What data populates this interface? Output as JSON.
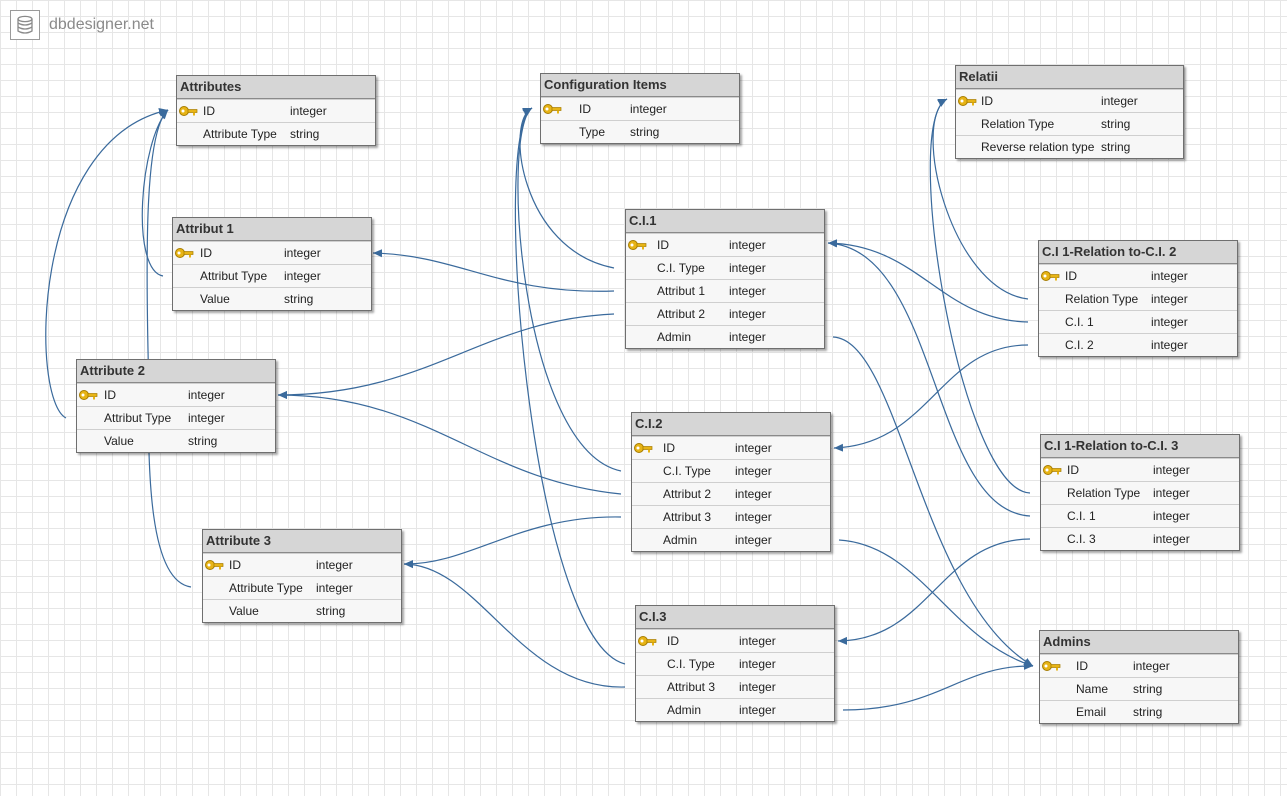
{
  "app": {
    "brand": "dbdesigner.net",
    "brand_icon": "database-icon"
  },
  "colors": {
    "link": "#3a6a9c",
    "header_bg": "#d6d6d6",
    "key": "#e7b416"
  },
  "tables": {
    "attributes": {
      "title": "Attributes",
      "rows": [
        {
          "name": "ID",
          "type": "integer",
          "pk": true
        },
        {
          "name": "Attribute Type",
          "type": "string"
        }
      ]
    },
    "attribut1": {
      "title": "Attribut 1",
      "rows": [
        {
          "name": "ID",
          "type": "integer",
          "pk": true
        },
        {
          "name": "Attribut Type",
          "type": "integer"
        },
        {
          "name": "Value",
          "type": "string"
        }
      ]
    },
    "attribute2": {
      "title": "Attribute 2",
      "rows": [
        {
          "name": "ID",
          "type": "integer",
          "pk": true
        },
        {
          "name": "Attribut Type",
          "type": "integer"
        },
        {
          "name": "Value",
          "type": "string"
        }
      ]
    },
    "attribute3": {
      "title": "Attribute 3",
      "rows": [
        {
          "name": "ID",
          "type": "integer",
          "pk": true
        },
        {
          "name": "Attribute Type",
          "type": "integer"
        },
        {
          "name": "Value",
          "type": "string"
        }
      ]
    },
    "config_items": {
      "title": "Configuration Items",
      "rows": [
        {
          "name": "ID",
          "type": "integer",
          "pk": true
        },
        {
          "name": "Type",
          "type": "string"
        }
      ]
    },
    "ci1": {
      "title": "C.I.1",
      "rows": [
        {
          "name": "ID",
          "type": "integer",
          "pk": true
        },
        {
          "name": "C.I. Type",
          "type": "integer"
        },
        {
          "name": "Attribut 1",
          "type": "integer"
        },
        {
          "name": "Attribut 2",
          "type": "integer"
        },
        {
          "name": "Admin",
          "type": "integer"
        }
      ]
    },
    "ci2": {
      "title": "C.I.2",
      "rows": [
        {
          "name": "ID",
          "type": "integer",
          "pk": true
        },
        {
          "name": "C.I. Type",
          "type": "integer"
        },
        {
          "name": "Attribut 2",
          "type": "integer"
        },
        {
          "name": "Attribut 3",
          "type": "integer"
        },
        {
          "name": "Admin",
          "type": "integer"
        }
      ]
    },
    "ci3": {
      "title": "C.I.3",
      "rows": [
        {
          "name": "ID",
          "type": "integer",
          "pk": true
        },
        {
          "name": "C.I. Type",
          "type": "integer"
        },
        {
          "name": "Attribut 3",
          "type": "integer"
        },
        {
          "name": "Admin",
          "type": "integer"
        }
      ]
    },
    "relatii": {
      "title": "Relatii",
      "rows": [
        {
          "name": "ID",
          "type": "integer",
          "pk": true
        },
        {
          "name": "Relation Type",
          "type": "string"
        },
        {
          "name": "Reverse relation type",
          "type": "string"
        }
      ]
    },
    "ci1_rel_ci2": {
      "title": "C.I 1-Relation to-C.I. 2",
      "rows": [
        {
          "name": "ID",
          "type": "integer",
          "pk": true
        },
        {
          "name": "Relation Type",
          "type": "integer"
        },
        {
          "name": "C.I. 1",
          "type": "integer"
        },
        {
          "name": "C.I. 2",
          "type": "integer"
        }
      ]
    },
    "ci1_rel_ci3": {
      "title": "C.I 1-Relation to-C.I. 3",
      "rows": [
        {
          "name": "ID",
          "type": "integer",
          "pk": true
        },
        {
          "name": "Relation Type",
          "type": "integer"
        },
        {
          "name": "C.I. 1",
          "type": "integer"
        },
        {
          "name": "C.I. 3",
          "type": "integer"
        }
      ]
    },
    "admins": {
      "title": "Admins",
      "rows": [
        {
          "name": "ID",
          "type": "integer",
          "pk": true
        },
        {
          "name": "Name",
          "type": "string"
        },
        {
          "name": "Email",
          "type": "string"
        }
      ]
    }
  },
  "relations": [
    {
      "from": "attribut1.Attribut Type",
      "to": "attributes.ID"
    },
    {
      "from": "attribute2.Attribut Type",
      "to": "attributes.ID"
    },
    {
      "from": "attribute3.Attribute Type",
      "to": "attributes.ID"
    },
    {
      "from": "ci1.C.I. Type",
      "to": "config_items.ID"
    },
    {
      "from": "ci2.C.I. Type",
      "to": "config_items.ID"
    },
    {
      "from": "ci3.C.I. Type",
      "to": "config_items.ID"
    },
    {
      "from": "ci1.Attribut 1",
      "to": "attribut1.ID"
    },
    {
      "from": "ci1.Attribut 2",
      "to": "attribute2.ID"
    },
    {
      "from": "ci2.Attribut 2",
      "to": "attribute2.ID"
    },
    {
      "from": "ci2.Attribut 3",
      "to": "attribute3.ID"
    },
    {
      "from": "ci3.Attribut 3",
      "to": "attribute3.ID"
    },
    {
      "from": "ci1.Admin",
      "to": "admins.ID"
    },
    {
      "from": "ci2.Admin",
      "to": "admins.ID"
    },
    {
      "from": "ci3.Admin",
      "to": "admins.ID"
    },
    {
      "from": "ci1_rel_ci2.Relation Type",
      "to": "relatii.ID"
    },
    {
      "from": "ci1_rel_ci3.Relation Type",
      "to": "relatii.ID"
    },
    {
      "from": "ci1_rel_ci2.C.I. 1",
      "to": "ci1.ID"
    },
    {
      "from": "ci1_rel_ci3.C.I. 1",
      "to": "ci1.ID"
    },
    {
      "from": "ci1_rel_ci2.C.I. 2",
      "to": "ci2.ID"
    },
    {
      "from": "ci1_rel_ci3.C.I. 3",
      "to": "ci3.ID"
    }
  ]
}
